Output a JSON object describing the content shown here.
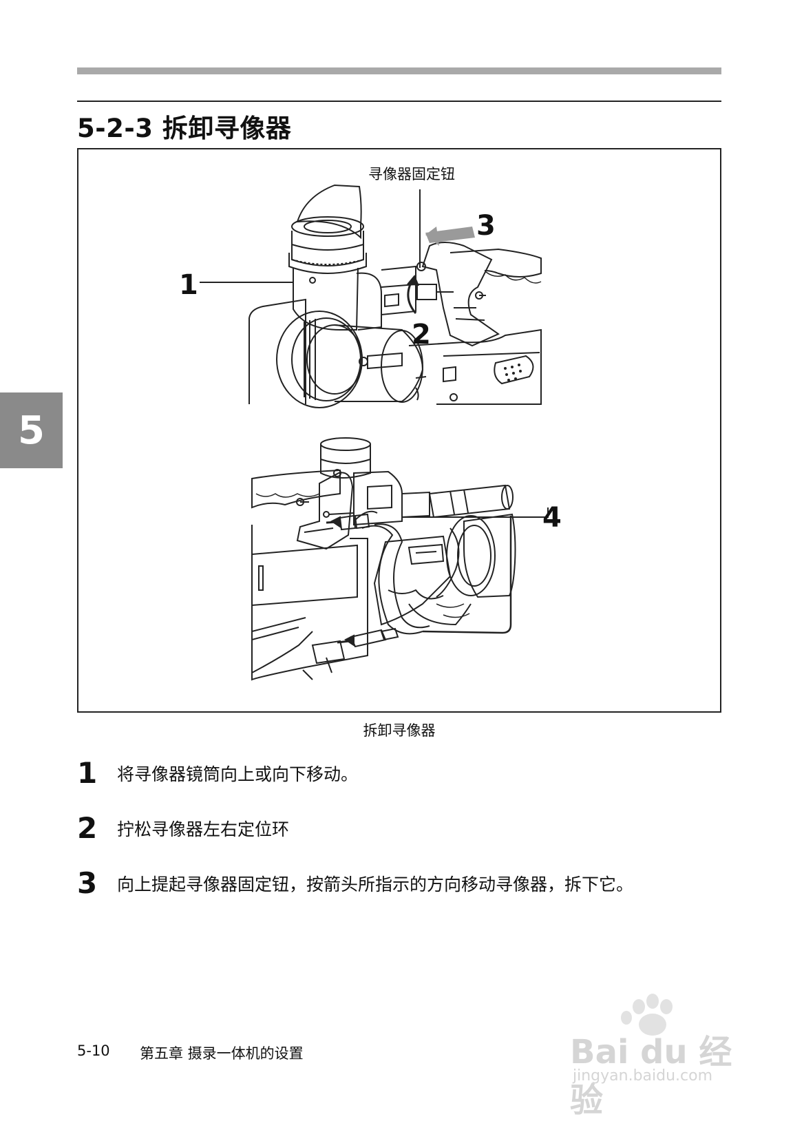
{
  "section": {
    "title": "5-2-3 拆卸寻像器"
  },
  "chapter_tab": "5",
  "figure": {
    "callout_knob": "寻像器固定钮",
    "labels": [
      "1",
      "2",
      "3",
      "4"
    ],
    "caption": "拆卸寻像器"
  },
  "steps": [
    {
      "num": "1",
      "text": "将寻像器镜筒向上或向下移动。"
    },
    {
      "num": "2",
      "text": "拧松寻像器左右定位环"
    },
    {
      "num": "3",
      "text": "向上提起寻像器固定钮，按箭头所指示的方向移动寻像器，拆下它。"
    }
  ],
  "footer": {
    "page": "5-10",
    "chapter": "第五章  摄录一体机的设置"
  },
  "watermark": {
    "brand": "Bai du 经验",
    "url": "jingyan.baidu.com"
  }
}
